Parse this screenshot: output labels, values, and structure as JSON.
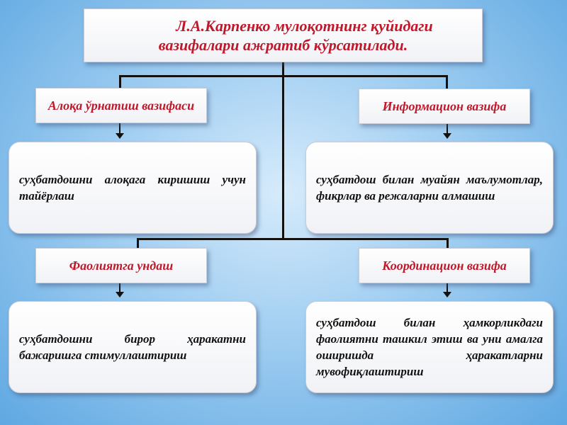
{
  "title": {
    "line1": "Л.А.Карпенко мулоқотнинг қуйидаги",
    "line2": "вазифалари ажратиб кўрсатилади."
  },
  "functions": [
    {
      "label": "Алоқа ўрнатиш вазифаси",
      "description": "суҳбатдошни алоқага киришиш учун тайёрлаш"
    },
    {
      "label": "Информацион вазифа",
      "description": "суҳбатдош билан муайян маълумотлар, фикрлар ва режаларни алмашиш"
    },
    {
      "label": "Фаолиятга ундаш",
      "description": "суҳбатдошни бирор ҳаракатни бажаришга стимуллаштириш"
    },
    {
      "label": "Координацион вазифа",
      "description": "суҳбатдош билан ҳамкорликдаги фаолиятни ташкил этиш ва уни амалга оширишда ҳаракатларни мувофиқлаштириш"
    }
  ],
  "colors": {
    "accent": "#c0182a",
    "background": "#9fcdf1"
  }
}
